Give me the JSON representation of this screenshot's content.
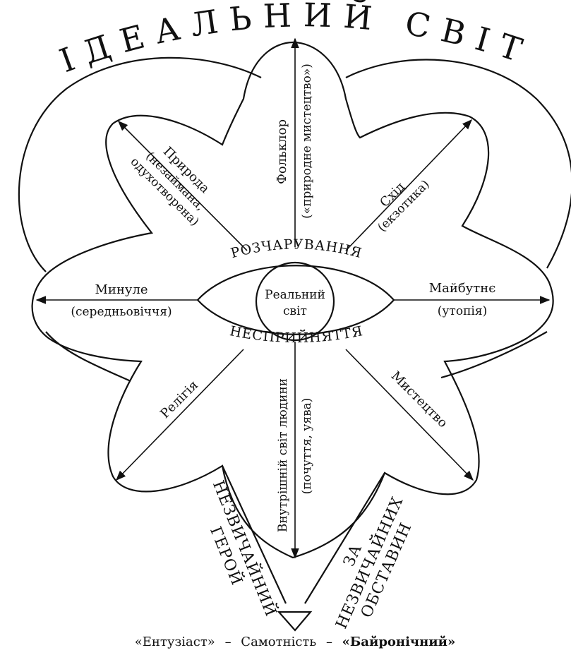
{
  "title": "ІДЕАЛЬНИЙ СВІТ",
  "center": {
    "line1": "Реальний",
    "line2": "світ"
  },
  "arc_top": "РОЗЧАРУВАННЯ",
  "arc_bottom": "НЕСПРИЙНЯТТЯ",
  "branches": {
    "top": {
      "label": "Фольклор",
      "sub": "(«природне мистецтво»)"
    },
    "top_left": {
      "label": "Природа",
      "sub1": "(незаймана,",
      "sub2": "одухотворена)"
    },
    "top_right": {
      "label": "Схід",
      "sub": "(екзотика)"
    },
    "left": {
      "label": "Минуле",
      "sub": "(середньовіччя)"
    },
    "right": {
      "label": "Майбутнє",
      "sub": "(утопія)"
    },
    "bottom_left": {
      "label": "Релігія"
    },
    "bottom_right": {
      "label": "Мистецтво"
    },
    "bottom": {
      "label": "Внутрішній світ людини",
      "sub": "(почуття, уява)"
    }
  },
  "hero": {
    "line1": "НЕЗВИЧАЙНИЙ",
    "line2": "ГЕРОЙ"
  },
  "circumstances": {
    "line1": "ЗА",
    "line2": "НЕЗВИЧАЙНИХ",
    "line3": "ОБСТАВИН"
  },
  "footer": {
    "item1": "«Ентузіаст»",
    "dash1": "–",
    "item2": "Самотність",
    "dash2": "–",
    "item3": "«Байронічний»"
  }
}
